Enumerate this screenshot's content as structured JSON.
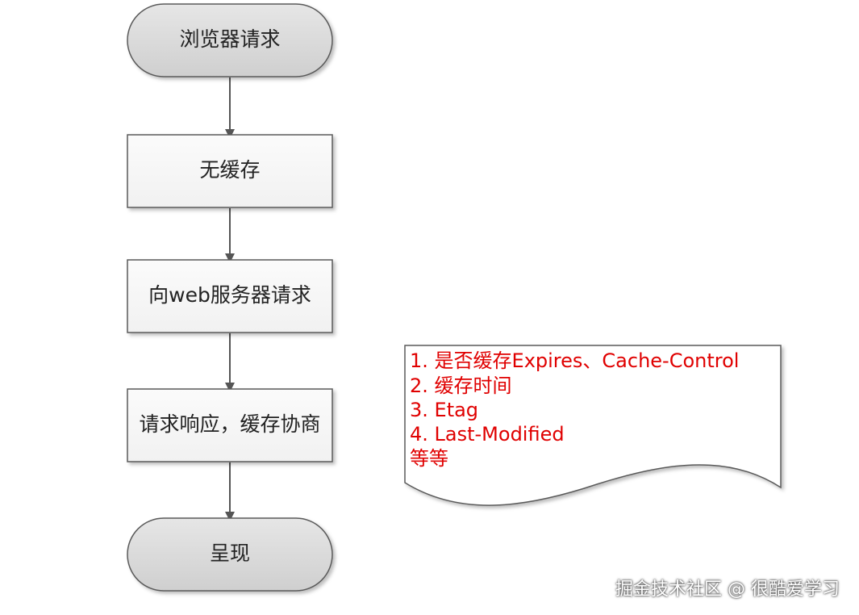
{
  "flowchart": {
    "start": {
      "label": "浏览器请求"
    },
    "steps": [
      {
        "label": "无缓存"
      },
      {
        "label": "向web服务器请求"
      },
      {
        "label": "请求响应，缓存协商"
      }
    ],
    "end": {
      "label": "呈现"
    },
    "note": {
      "lines": [
        "1. 是否缓存Expires、Cache-Control",
        "2. 缓存时间",
        "3. Etag",
        "4. Last-Modified",
        "等等"
      ]
    }
  },
  "watermark": {
    "text": "掘金技术社区 @ 很酷爱学习"
  },
  "colors": {
    "terminal_fill": "#d8d8d8",
    "box_fill": "#f7f7f7",
    "stroke": "#5a5a5a",
    "note_text": "#e00000",
    "watermark_text": "#ffffff"
  }
}
